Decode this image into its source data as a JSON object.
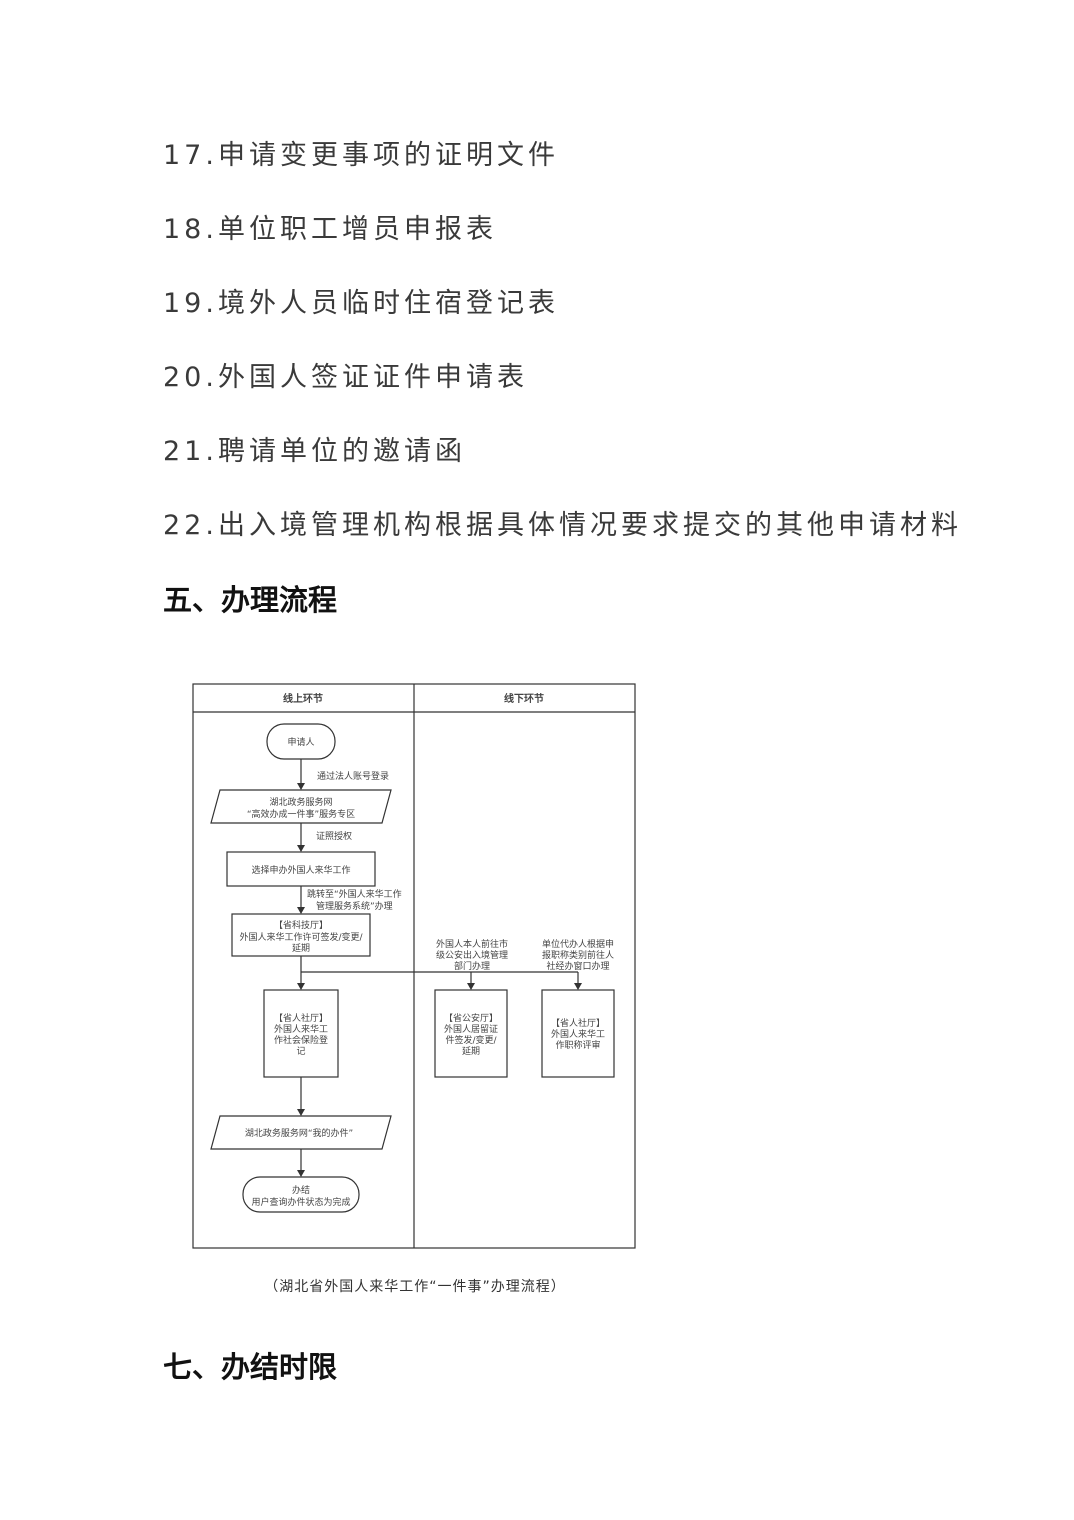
{
  "list_items": [
    "17.申请变更事项的证明文件",
    "18.单位职工增员申报表",
    "19.境外人员临时住宿登记表",
    "20.外国人签证证件申请表",
    "21.聘请单位的邀请函",
    "22.出入境管理机构根据具体情况要求提交的其他申请材料"
  ],
  "section_5_title": "五、办理流程",
  "section_7_title": "七、办结时限",
  "flowchart": {
    "lane_online": "线上环节",
    "lane_offline": "线下环节",
    "start": "申请人",
    "edge_login": "通过法人账号登录",
    "portal": [
      "湖北政务服务网",
      "“高效办成一件事”服务专区"
    ],
    "edge_auth": "证照授权",
    "select": "选择申办外国人来华工作",
    "edge_redirect": [
      "跳转至“外国人来华工作",
      "管理服务系统”办理"
    ],
    "sci_dept": [
      "【省科技厅】",
      "外国人来华工作许可签发/变更/",
      "延期"
    ],
    "hr_social": [
      "【省人社厅】",
      "外国人来华工",
      "作社会保险登",
      "记"
    ],
    "edge_police": [
      "外国人本人前往市",
      "级公安出入境管理",
      "部门办理"
    ],
    "police": [
      "【省公安厅】",
      "外国人居留证",
      "件签发/变更/",
      "延期"
    ],
    "edge_title": [
      "单位代办人根据申",
      "报职称类别前往人",
      "社经办窗口办理"
    ],
    "hr_title": [
      "【省人社厅】",
      "外国人来华工",
      "作职称评审"
    ],
    "my_items": "湖北政务服务网“我的办件”",
    "end": [
      "办结",
      "用户查询办件状态为完成"
    ]
  },
  "caption": "（湖北省外国人来华工作“一件事”办理流程）"
}
